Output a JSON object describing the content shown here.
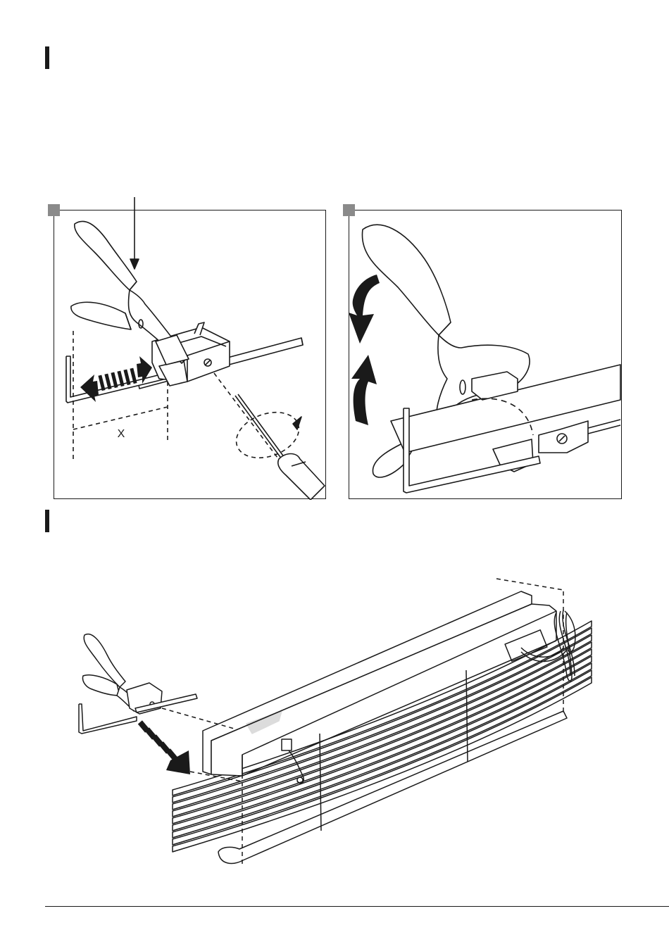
{
  "page": {
    "background": "#ffffff",
    "ink": "#1a1a1a",
    "marker_color": "#8a8a8a"
  },
  "step1": {
    "icons": [
      "section-bar",
      "panel-marker"
    ],
    "panel_a": {
      "dimension_label": "X",
      "elements": [
        "pliers-icon",
        "hex-key-icon",
        "bracket-icon",
        "screwdriver-icon",
        "double-arrow-icon",
        "rotation-arrow-icon",
        "pointer-arrow-icon"
      ]
    },
    "panel_b": {
      "elements": [
        "pliers-icon",
        "bracket-icon",
        "headrail-icon",
        "curved-arrow-icon",
        "hex-key-icon"
      ]
    }
  },
  "step2": {
    "icons": [
      "section-bar"
    ],
    "elements": [
      "pliers-icon",
      "bracket-icon",
      "hex-key-icon",
      "blind-headrail-icon",
      "blind-slats-icon",
      "cord-bundle-icon",
      "dashed-arrow-icon"
    ]
  }
}
